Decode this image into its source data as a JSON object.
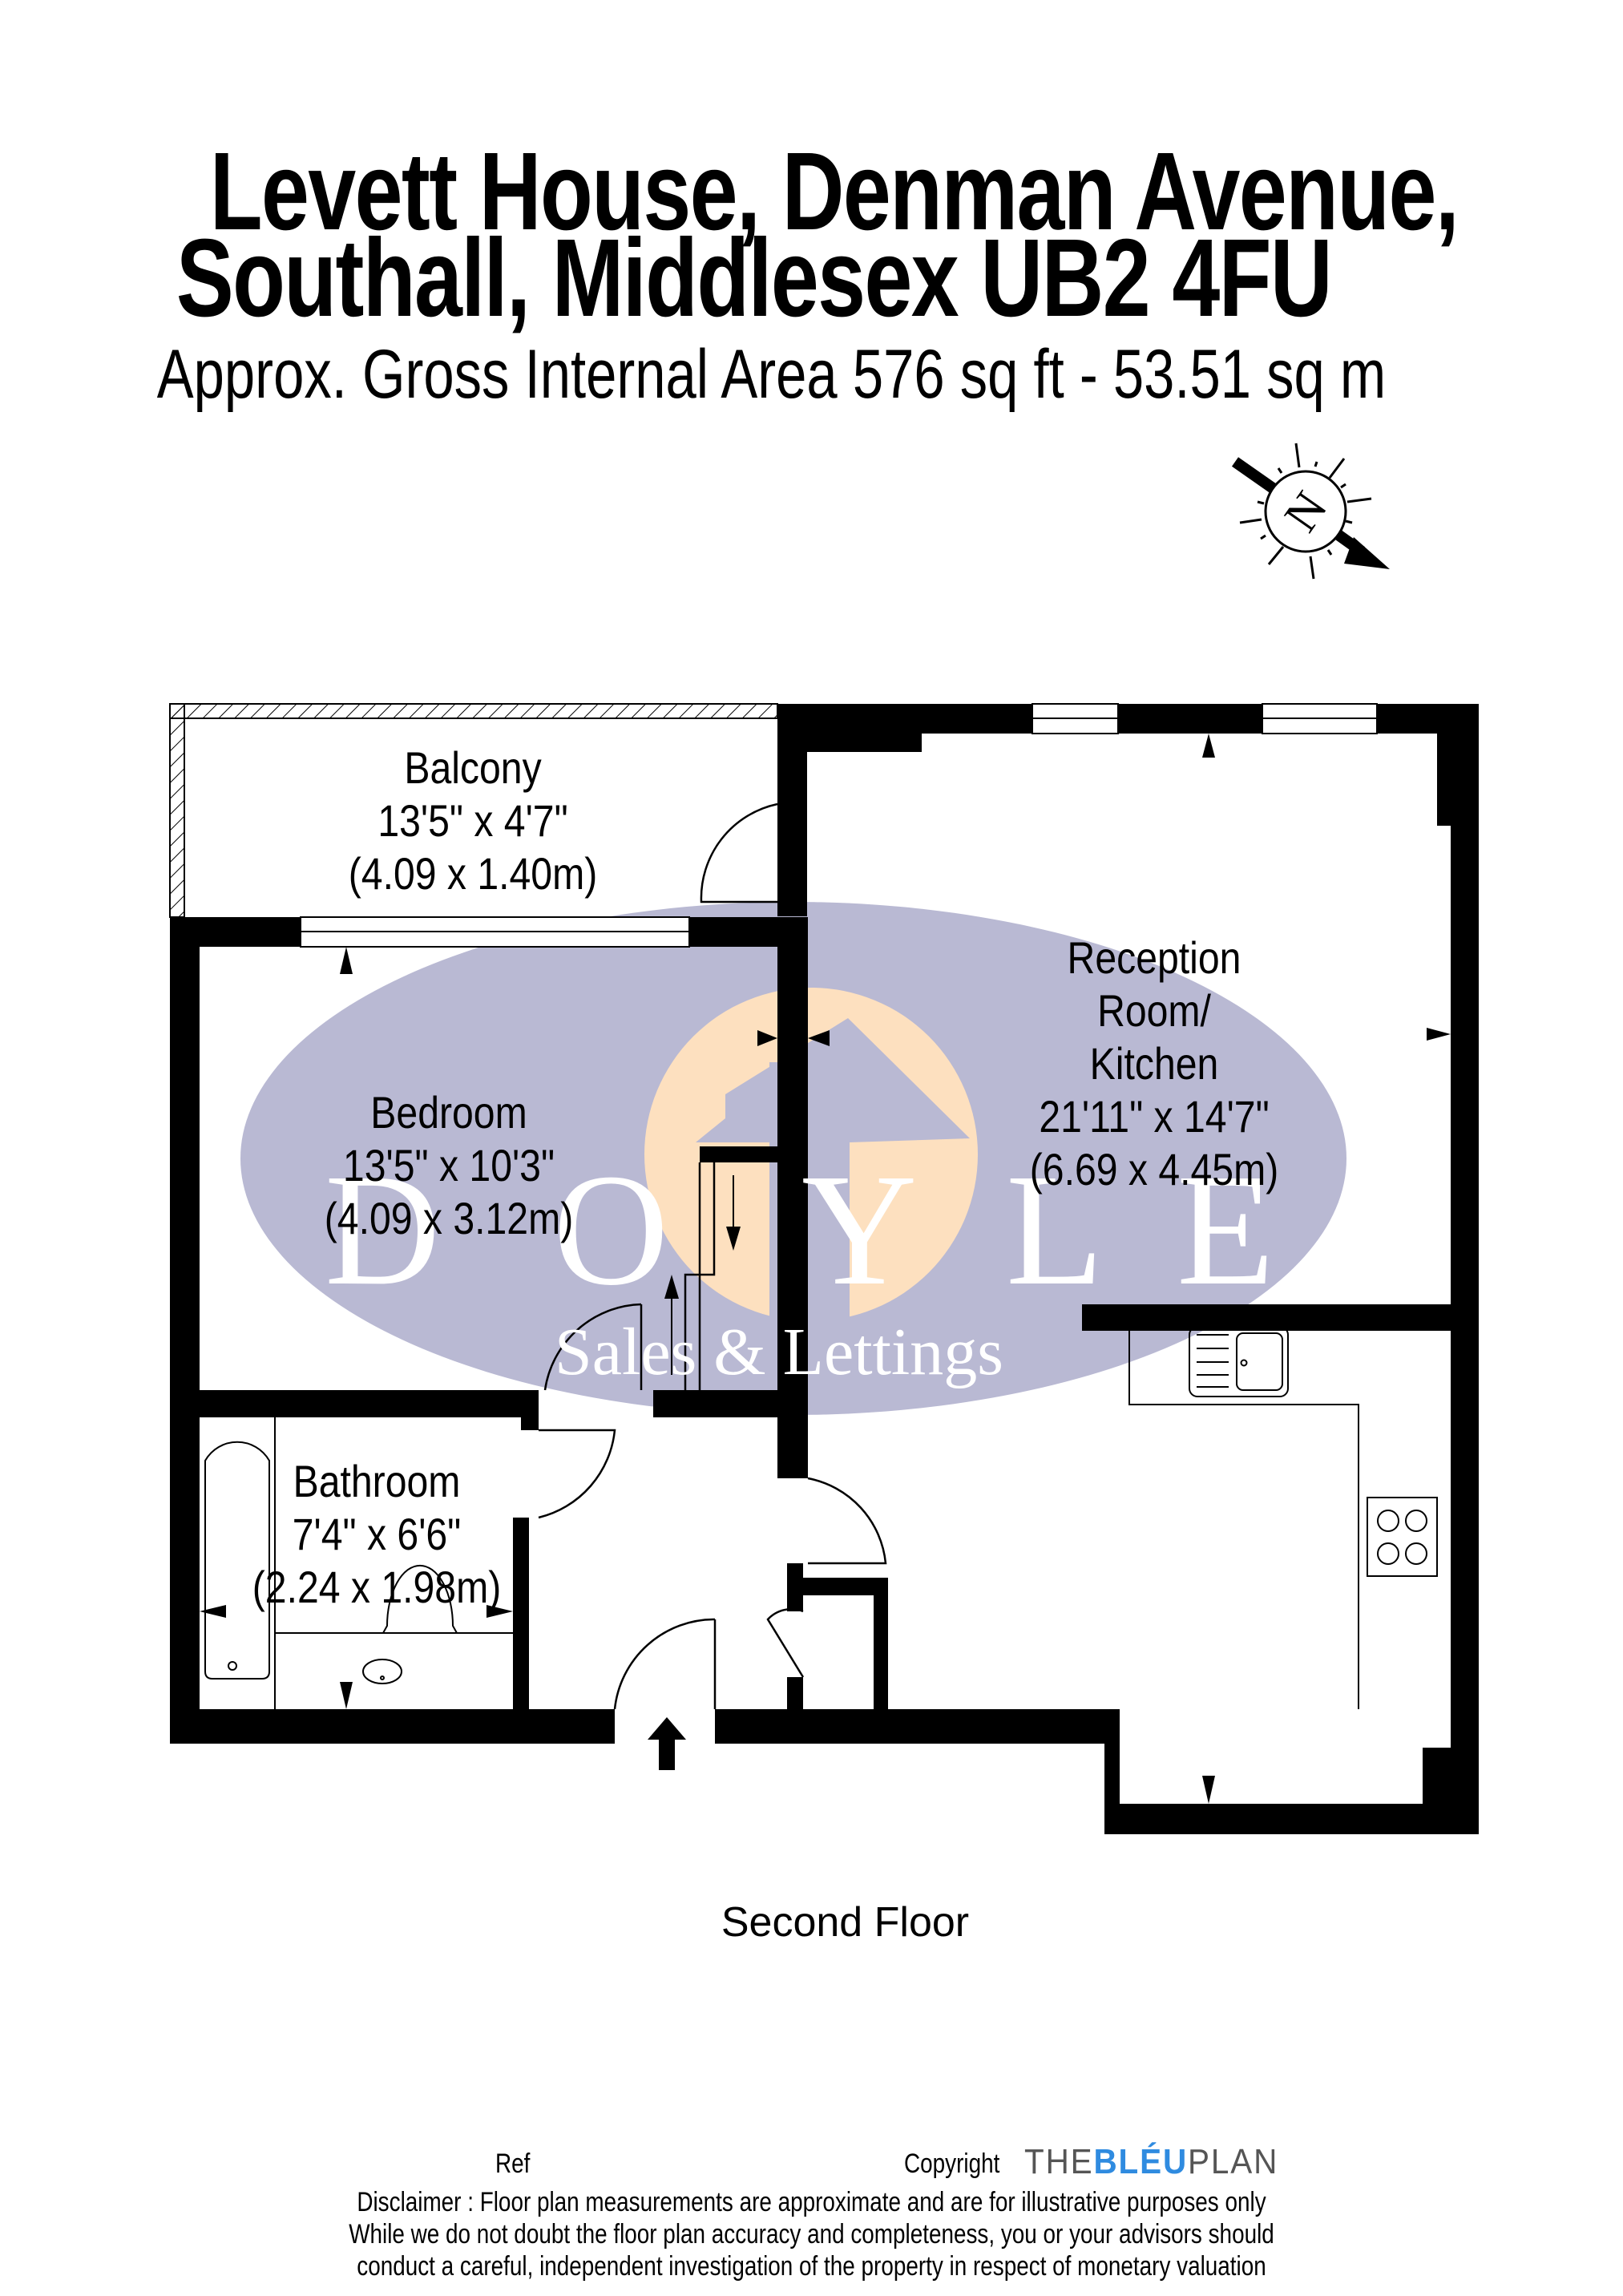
{
  "header": {
    "title_line1": "Levett House, Denman Avenue,",
    "title_line2": "Southall, Middlesex UB2 4FU",
    "area": "Approx. Gross Internal Area 576 sq ft - 53.51 sq m"
  },
  "compass": {
    "label": "N",
    "icon": "north-arrow-icon"
  },
  "rooms": [
    {
      "name": "Balcony",
      "imperial": "13'5\" x 4'7\"",
      "metric": "(4.09 x 1.40m)"
    },
    {
      "name": "Bedroom",
      "imperial": "13'5\" x 10'3\"",
      "metric": "(4.09 x 3.12m)"
    },
    {
      "name": "Reception Room/ Kitchen",
      "name_line1": "Reception",
      "name_line2": "Room/",
      "name_line3": "Kitchen",
      "imperial": "21'11\" x 14'7\"",
      "metric": "(6.69 x 4.45m)"
    },
    {
      "name": "Bathroom",
      "imperial": "7'4\" x 6'6\"",
      "metric": "(2.24 x 1.98m)"
    }
  ],
  "floor_label": "Second Floor",
  "watermark": {
    "brand": "DOYLE",
    "letters": [
      "D",
      "O",
      "Y",
      "L",
      "E"
    ],
    "tagline": "Sales & Lettings",
    "colors": {
      "oval": "#b9b9d3",
      "circle": "#fde0bf",
      "text": "#ffffff"
    }
  },
  "footer": {
    "ref_label": "Ref",
    "copyright_label": "Copyright",
    "logo_part1": "THE",
    "logo_part2": "BLÉU",
    "logo_part3": "PLAN",
    "logo_color": "#2f8be0",
    "disclaimer_line1": "Disclaimer : Floor plan measurements are approximate and are for illustrative purposes only",
    "disclaimer_line2": "While we do not doubt the floor plan accuracy and completeness, you or your advisors should",
    "disclaimer_line3": "conduct a careful, independent investigation of the property in respect of monetary valuation"
  }
}
